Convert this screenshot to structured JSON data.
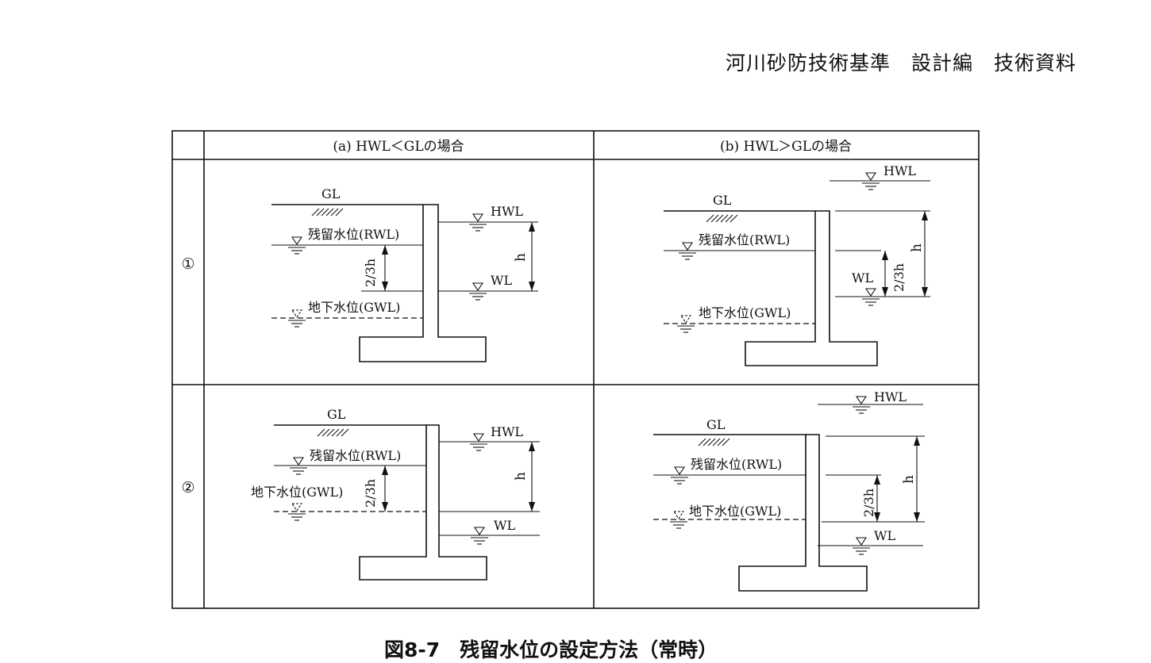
{
  "header": {
    "title": "河川砂防技術基準　設計編　技術資料"
  },
  "figure": {
    "caption": "図8-7　残留水位の設定方法（常時）",
    "column_headers": [
      "(a) HWL＜GLの場合",
      "(b) HWL＞GLの場合"
    ],
    "row_labels": [
      "①",
      "②"
    ],
    "labels": {
      "gl": "GL",
      "hwl": "HWL",
      "wl": "WL",
      "rwl": "残留水位(RWL)",
      "gwl": "地下水位(GWL)",
      "two_thirds_h": "2/3h",
      "h": "h"
    }
  }
}
